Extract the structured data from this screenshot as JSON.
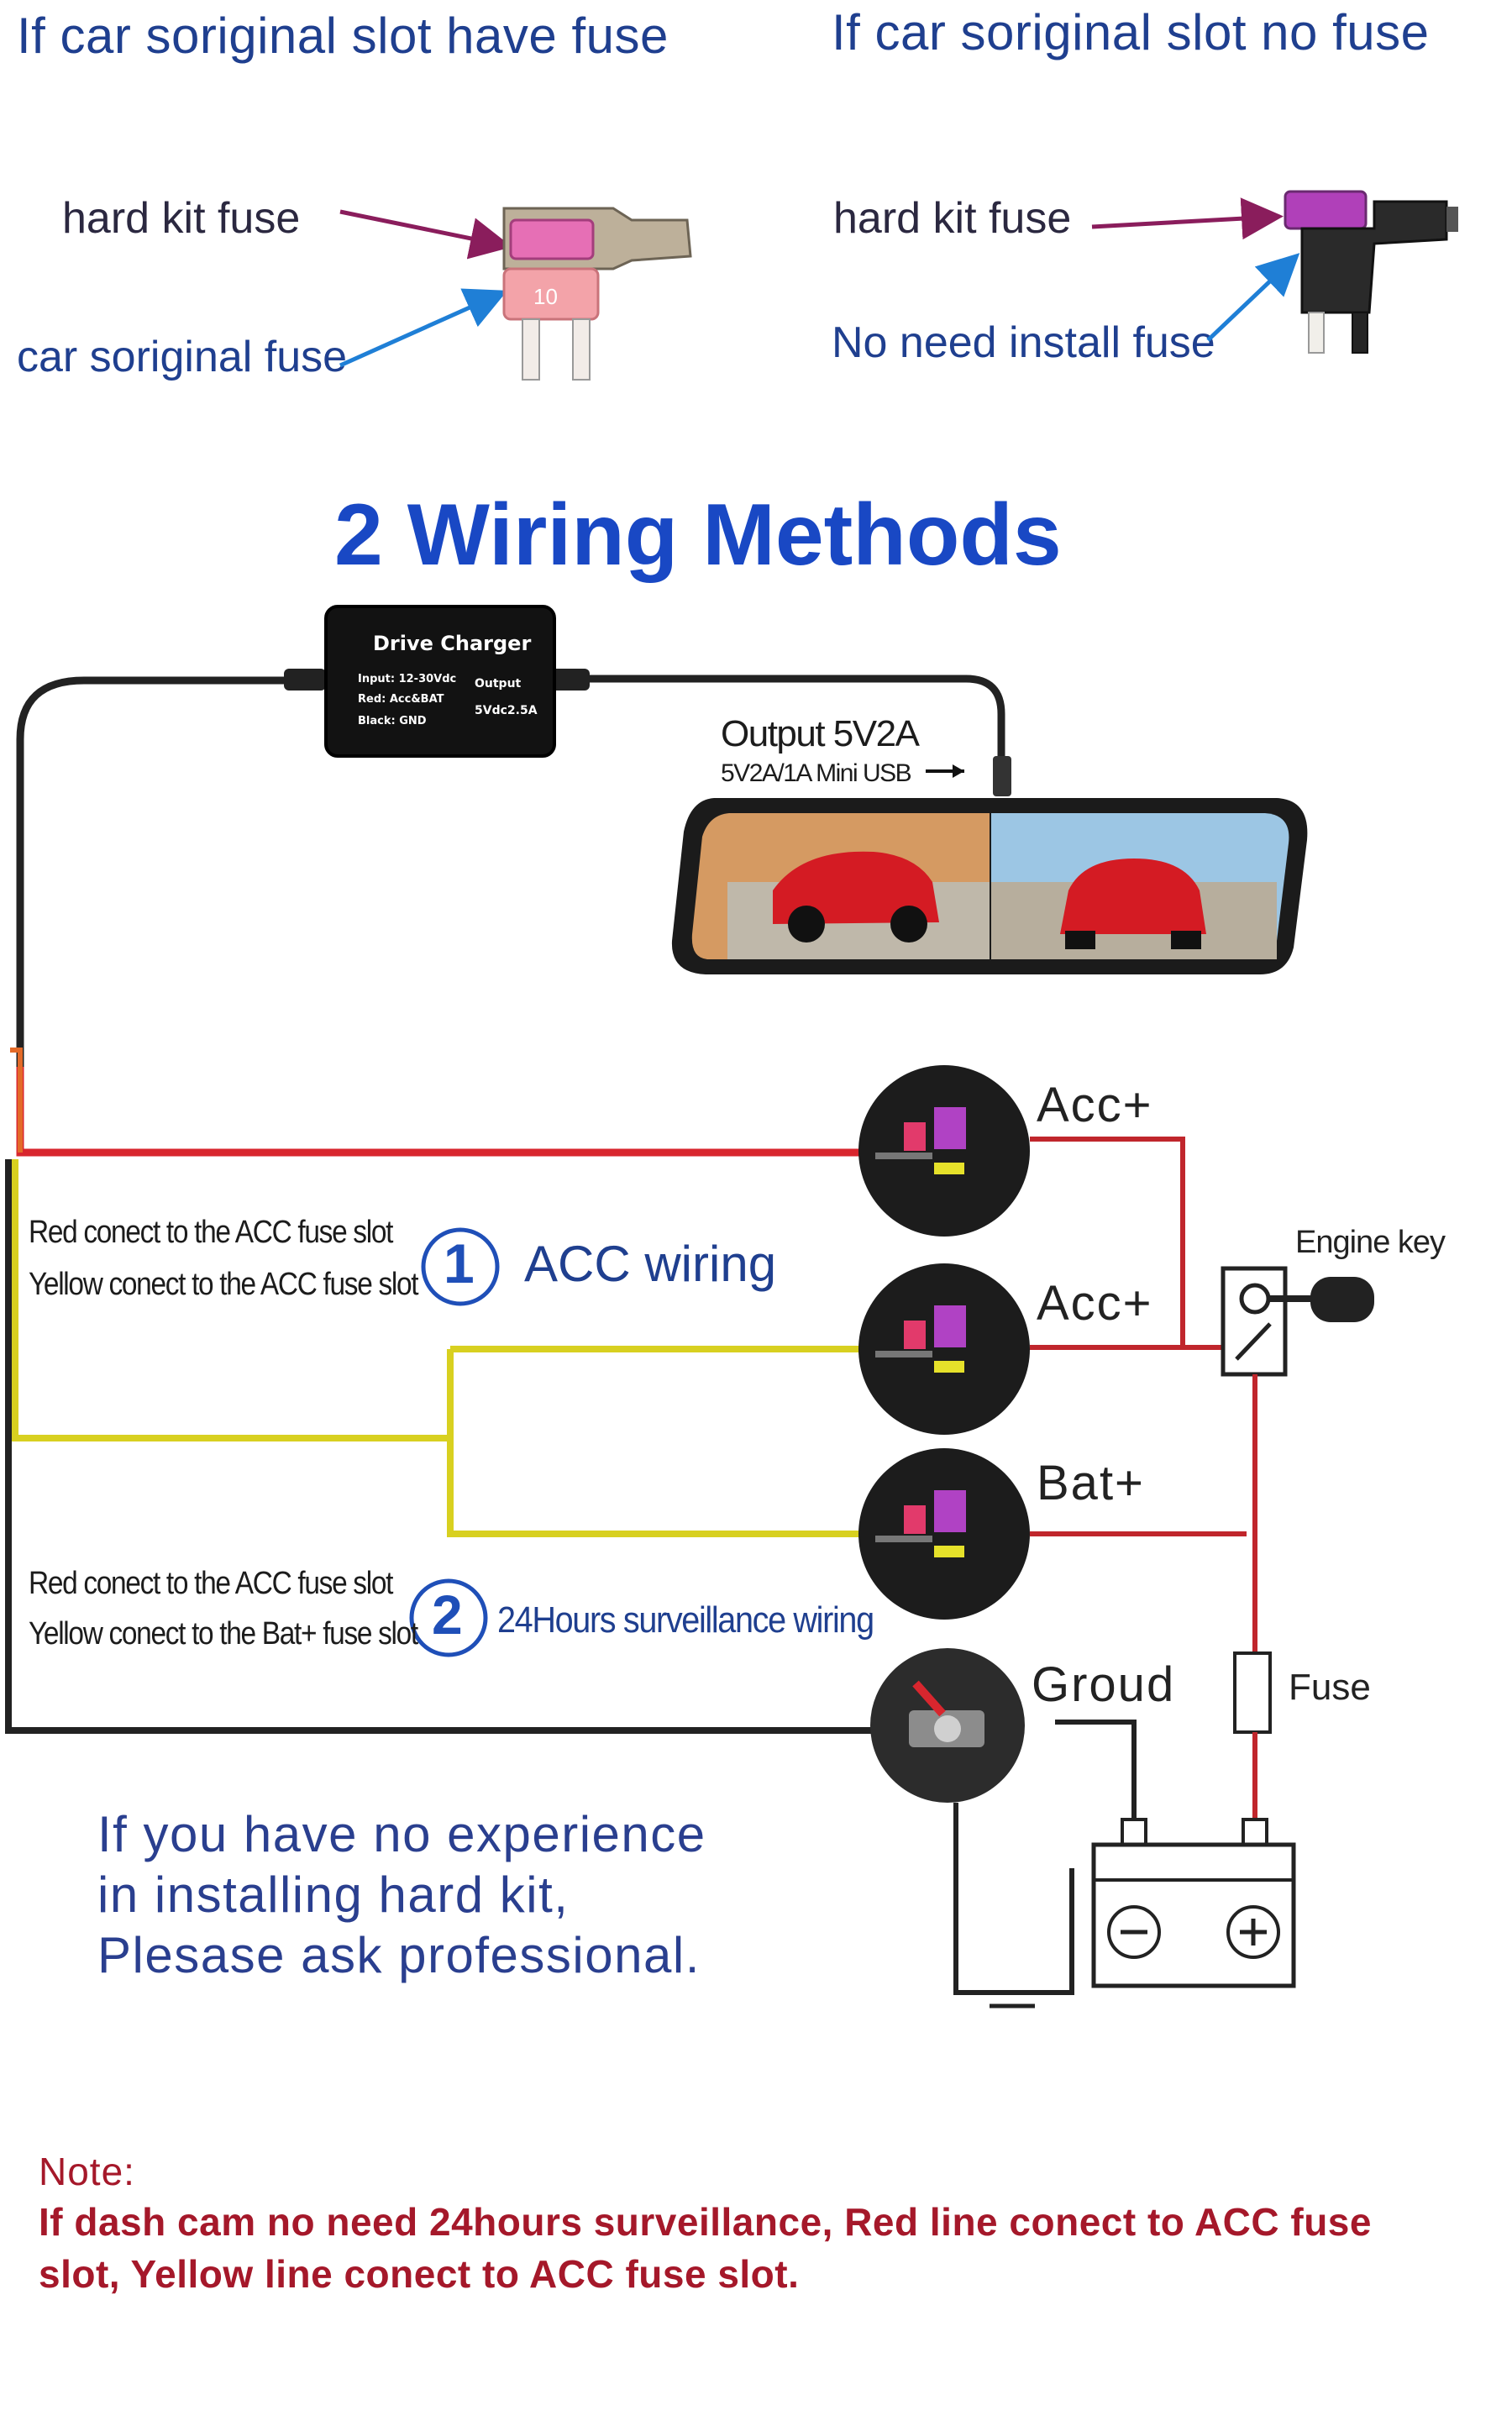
{
  "top": {
    "left_header": "If car soriginal slot have fuse",
    "right_header": "If car soriginal slot no fuse",
    "left_label_hard_kit": "hard kit fuse",
    "left_label_car_fuse": "car soriginal fuse",
    "right_label_hard_kit": "hard kit fuse",
    "right_label_no_need": "No need install fuse",
    "fuse_marking": "10"
  },
  "title": "2 Wiring Methods",
  "charger": {
    "name": "Drive Charger",
    "input_line": "Input: 12-30Vdc",
    "red_line": "Red: Acc&BAT",
    "black_line": "Black: GND",
    "output_heading": "Output",
    "output_value": "5Vdc2.5A"
  },
  "output": {
    "label": "Output 5V2A",
    "sub_label": "5V2A/1A Mini USB"
  },
  "method1": {
    "line1": "Red conect to the ACC fuse slot",
    "line2": "Yellow conect to the ACC fuse slot",
    "number": "1",
    "name": "ACC wiring"
  },
  "method2": {
    "line1": "Red conect to the ACC fuse slot",
    "line2": "Yellow conect to the Bat+ fuse slot",
    "number": "2",
    "name": "24Hours surveillance wiring"
  },
  "slots": {
    "acc1": "Acc+",
    "acc2": "Acc+",
    "bat": "Bat+",
    "ground": "Groud",
    "fuse": "Fuse",
    "engine_key": "Engine key"
  },
  "advice": {
    "line1": "If you have no experience",
    "line2": "in installing hard kit,",
    "line3": "Plesase ask professional."
  },
  "note": {
    "heading": "Note:",
    "line1": "If dash cam no need 24hours surveillance, Red line conect to ACC fuse",
    "line2": "slot, Yellow line conect to ACC fuse slot."
  },
  "colors": {
    "title_blue": "#1948c4",
    "text_blue": "#1f3f8f",
    "red_wire": "#d8262e",
    "yellow_wire": "#d8d020",
    "black_wire": "#222222",
    "note_red": "#a5182a",
    "magenta_arrow": "#8a1d5c",
    "blue_arrow": "#1f7fd6"
  },
  "icons": [
    "fuse-tap-icon",
    "drive-charger-icon",
    "mirror-dashcam-icon",
    "fuse-slot-icon",
    "engine-key-icon",
    "car-battery-icon",
    "ground-icon"
  ]
}
